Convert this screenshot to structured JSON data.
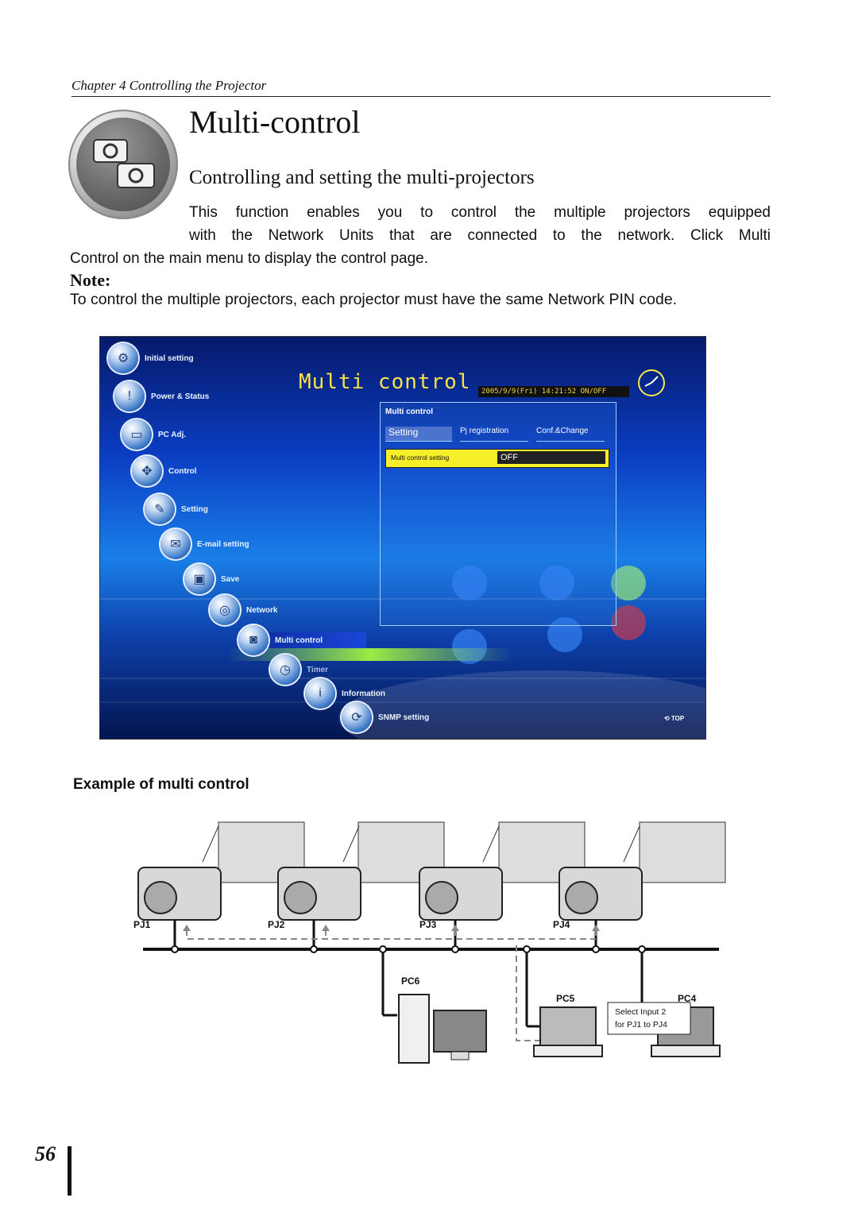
{
  "chapter_header": "Chapter 4 Controlling the Projector",
  "title": "Multi-control",
  "subtitle": "Controlling and setting the multi-projectors",
  "body": {
    "line1": "This function enables you to control the multiple projectors equipped",
    "line2": "with the Network Units that are connected to the network. Click Multi",
    "line3": "Control on the main menu to display the control page."
  },
  "note": {
    "heading": "Note:",
    "text": "To control the multiple projectors, each projector must have the same Network PIN code."
  },
  "screenshot": {
    "heading": "Multi control",
    "datetime": "2005/9/9(Fri)   14:21:52   ON/OFF",
    "menu": [
      "Initial setting",
      "Power & Status",
      "PC Adj.",
      "Control",
      "Setting",
      "E-mail setting",
      "Save",
      "Network",
      "Multi control",
      "Timer",
      "Information",
      "SNMP setting"
    ],
    "panel_title": "Multi control",
    "tabs": [
      "Setting",
      "Pj registration",
      "Conf.&Change"
    ],
    "setting_label": "Multi control setting",
    "setting_value": "OFF",
    "top_label": "TOP"
  },
  "example_heading": "Example of multi control",
  "diagram": {
    "projectors": [
      "PJ1",
      "PJ2",
      "PJ3",
      "PJ4"
    ],
    "pcs": [
      "PC6",
      "PC5",
      "PC4"
    ],
    "callout_line1": "Select Input 2",
    "callout_line2": "for PJ1 to PJ4"
  },
  "page_number": "56"
}
